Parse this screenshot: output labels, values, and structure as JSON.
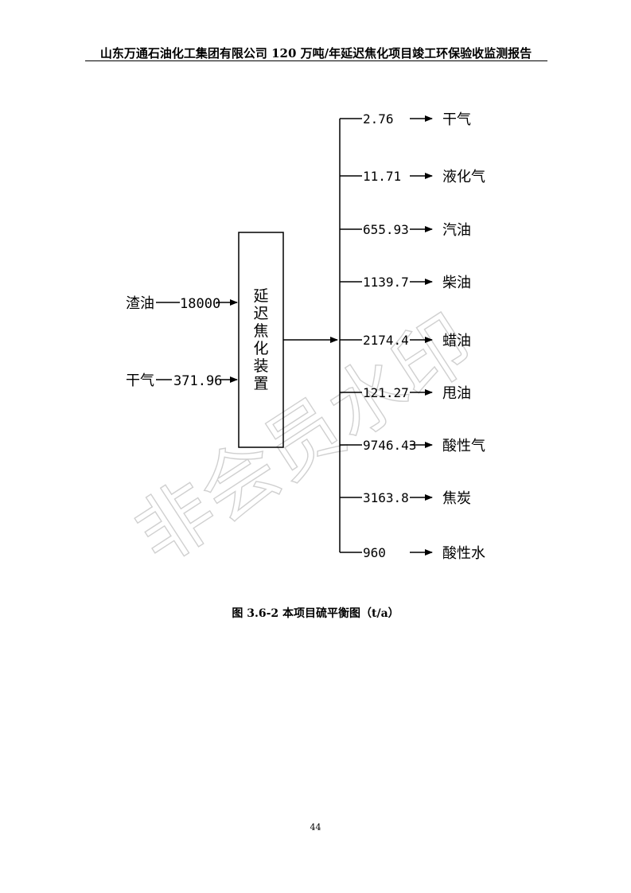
{
  "header": {
    "title": "山东万通石油化工集团有限公司 120 万吨/年延迟焦化项目竣工环保验收监测报告"
  },
  "diagram": {
    "unit_box": {
      "label": "延迟焦化装置"
    },
    "inputs": [
      {
        "name": "渣油",
        "value": "18000"
      },
      {
        "name": "干气",
        "value": "371.96"
      }
    ],
    "outputs": [
      {
        "value": "2.76",
        "name": "干气"
      },
      {
        "value": "11.71",
        "name": "液化气"
      },
      {
        "value": "655.93",
        "name": "汽油"
      },
      {
        "value": "1139.7",
        "name": "柴油"
      },
      {
        "value": "2174.4",
        "name": "蜡油"
      },
      {
        "value": "121.27",
        "name": "甩油"
      },
      {
        "value": "9746.43",
        "name": "酸性气"
      },
      {
        "value": "3163.8",
        "name": "焦炭"
      },
      {
        "value": "960",
        "name": "酸性水"
      }
    ]
  },
  "watermark": {
    "text": "非会员水印"
  },
  "caption": {
    "text": "图 3.6-2  本项目硫平衡图（t/a）"
  },
  "page": {
    "number": "44"
  }
}
